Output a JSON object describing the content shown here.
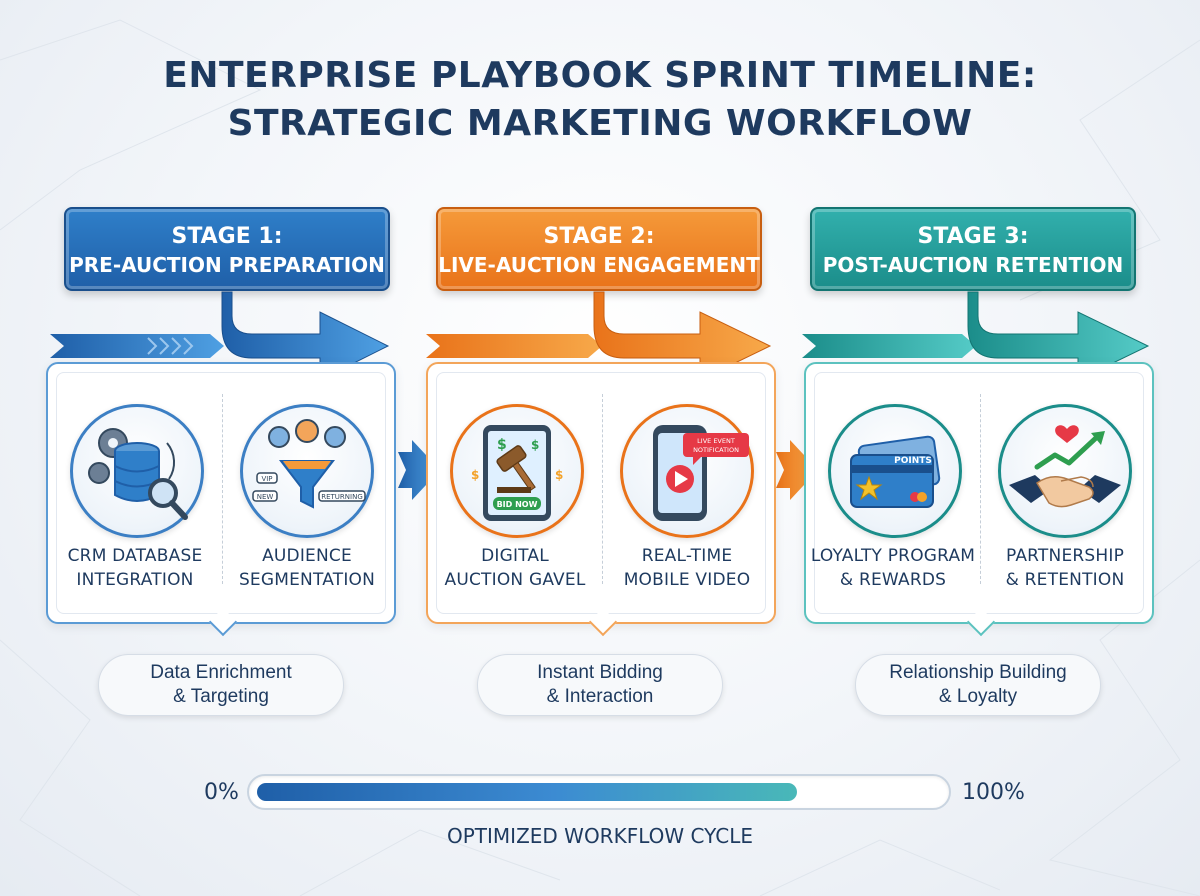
{
  "title": {
    "line1": "ENTERPRISE PLAYBOOK SPRINT TIMELINE:",
    "line2": "STRATEGIC MARKETING WORKFLOW"
  },
  "stages": [
    {
      "heading": "STAGE 1:",
      "name": "PRE-AUCTION PREPARATION",
      "color": "#1f5fa8",
      "items": [
        {
          "icon": "crm-database-icon",
          "line1": "CRM DATABASE",
          "line2": "INTEGRATION"
        },
        {
          "icon": "audience-funnel-icon",
          "line1": "AUDIENCE",
          "line2": "SEGMENTATION",
          "tags": [
            "VIP",
            "NEW",
            "RETURNING"
          ]
        }
      ],
      "summary": {
        "line1": "Data Enrichment",
        "line2": "& Targeting"
      }
    },
    {
      "heading": "STAGE 2:",
      "name": "LIVE-AUCTION ENGAGEMENT",
      "color": "#e9731a",
      "items": [
        {
          "icon": "auction-gavel-tablet-icon",
          "line1": "DIGITAL",
          "line2": "AUCTION GAVEL",
          "button": "BID NOW"
        },
        {
          "icon": "mobile-video-icon",
          "line1": "REAL-TIME",
          "line2": "MOBILE VIDEO",
          "badge": "LIVE EVENT NOTIFICATION"
        }
      ],
      "summary": {
        "line1": "Instant Bidding",
        "line2": "& Interaction"
      }
    },
    {
      "heading": "STAGE 3:",
      "name": "POST-AUCTION RETENTION",
      "color": "#1b8d8a",
      "items": [
        {
          "icon": "loyalty-card-icon",
          "line1": "LOYALTY PROGRAM",
          "line2": "& REWARDS",
          "card_text": "POINTS"
        },
        {
          "icon": "handshake-icon",
          "line1": "PARTNERSHIP",
          "line2": "& RETENTION"
        }
      ],
      "summary": {
        "line1": "Relationship Building",
        "line2": "& Loyalty"
      }
    }
  ],
  "progress": {
    "start_label": "0%",
    "end_label": "100%",
    "value_fraction": 0.79,
    "caption": "OPTIMIZED WORKFLOW CYCLE"
  }
}
